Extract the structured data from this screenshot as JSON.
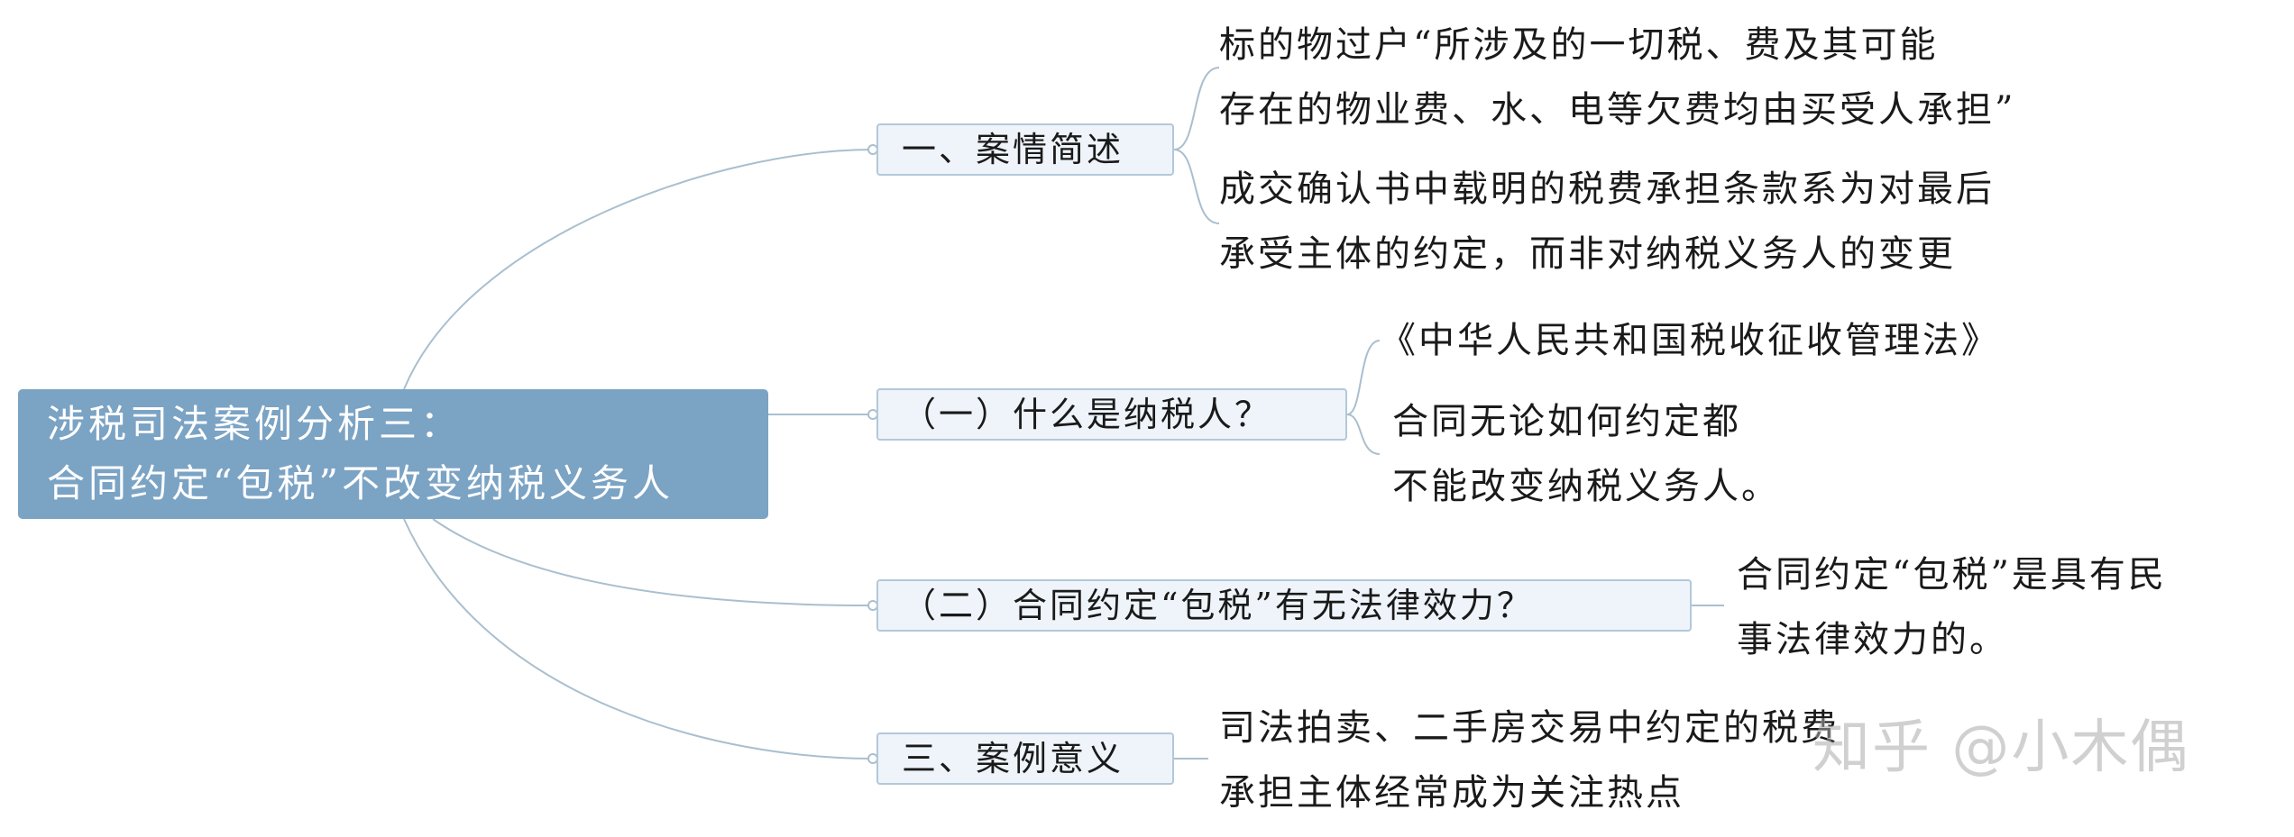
{
  "root": {
    "line1": "涉税司法案例分析三：",
    "line2": "合同约定“包税”不改变纳税义务人"
  },
  "branches": [
    {
      "label": "一、案情简述",
      "leaves": [
        [
          "标的物过户“所涉及的一切税、费及其可能",
          "存在的物业费、水、电等欠费均由买受人承担”"
        ],
        [
          "成交确认书中载明的税费承担条款系为对最后",
          "承受主体的约定，而非对纳税义务人的变更"
        ]
      ]
    },
    {
      "label": "（一）什么是纳税人？",
      "leaves": [
        [
          "《中华人民共和国税收征收管理法》"
        ],
        [
          "合同无论如何约定都",
          "不能改变纳税义务人。"
        ]
      ]
    },
    {
      "label": "（二）合同约定“包税”有无法律效力？",
      "leaves": [
        [
          "合同约定“包税”是具有民",
          "事法律效力的。"
        ]
      ]
    },
    {
      "label": "三、案例意义",
      "leaves": [
        [
          "司法拍卖、二手房交易中约定的税费",
          "承担主体经常成为关注热点"
        ]
      ]
    }
  ],
  "watermark": "知乎 @小木偶",
  "colors": {
    "root_fill": "#7ba3c4",
    "branch_fill": "#eef4fa",
    "branch_border": "#b3c8d9",
    "link": "#a9bfcf"
  }
}
